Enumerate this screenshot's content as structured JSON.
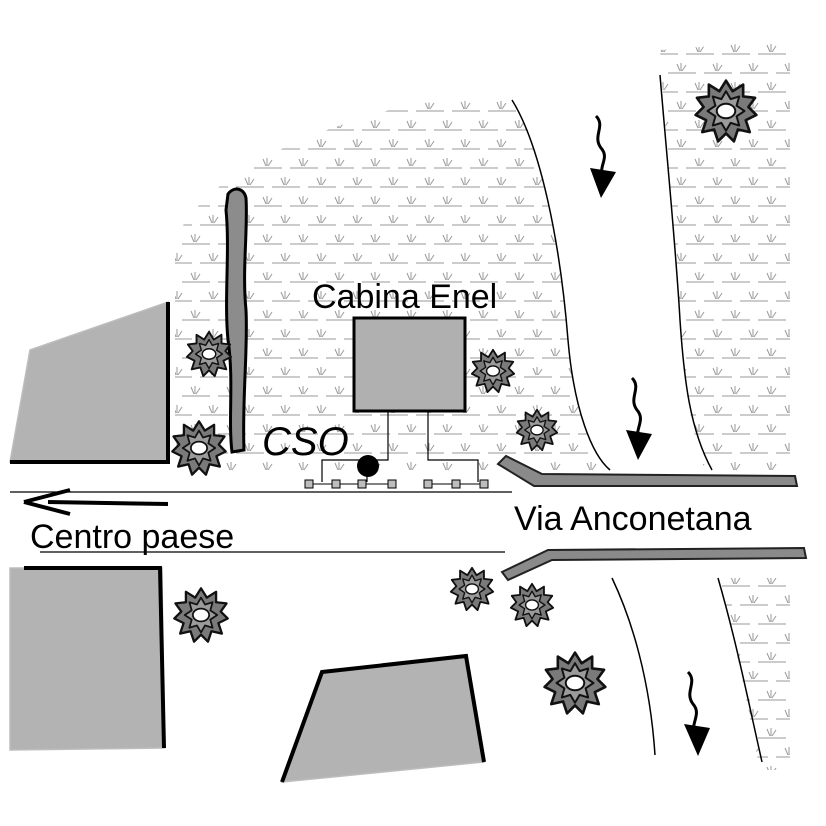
{
  "labels": {
    "cabina": "Cabina Enel",
    "cso": "CSO",
    "road": "Via Anconetana",
    "direction": "Centro paese"
  },
  "colors": {
    "building": "#b3b3b3",
    "cabin": "#b0b0b0",
    "wall": "#8c8c8c",
    "tree_fill": "#7a7a7a",
    "road_band": "#8a8a8a",
    "vegetation": "#9a9a9a",
    "line": "#000000"
  },
  "icons": [
    "tree-icon",
    "flow-arrow-icon",
    "direction-arrow-icon",
    "vegetation-pattern",
    "cso-node-icon"
  ]
}
